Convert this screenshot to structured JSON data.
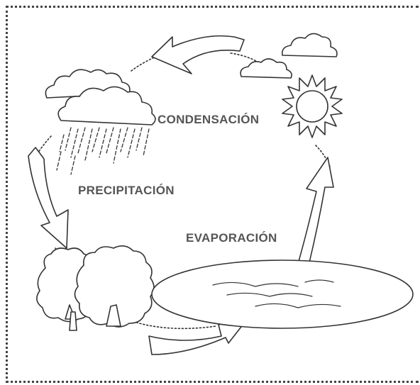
{
  "diagram": {
    "labels": {
      "condensation": "CONDENSACIÓN",
      "precipitation": "PRECIPITACIÓN",
      "evaporation": "EVAPORACIÓN"
    },
    "colors": {
      "line": "#333333",
      "label": "#555555",
      "background": "#ffffff"
    },
    "icons": [
      "cloud-icon",
      "rain-cloud-icon",
      "sun-icon",
      "tree-icon",
      "lake-icon",
      "arrow-icon"
    ]
  }
}
